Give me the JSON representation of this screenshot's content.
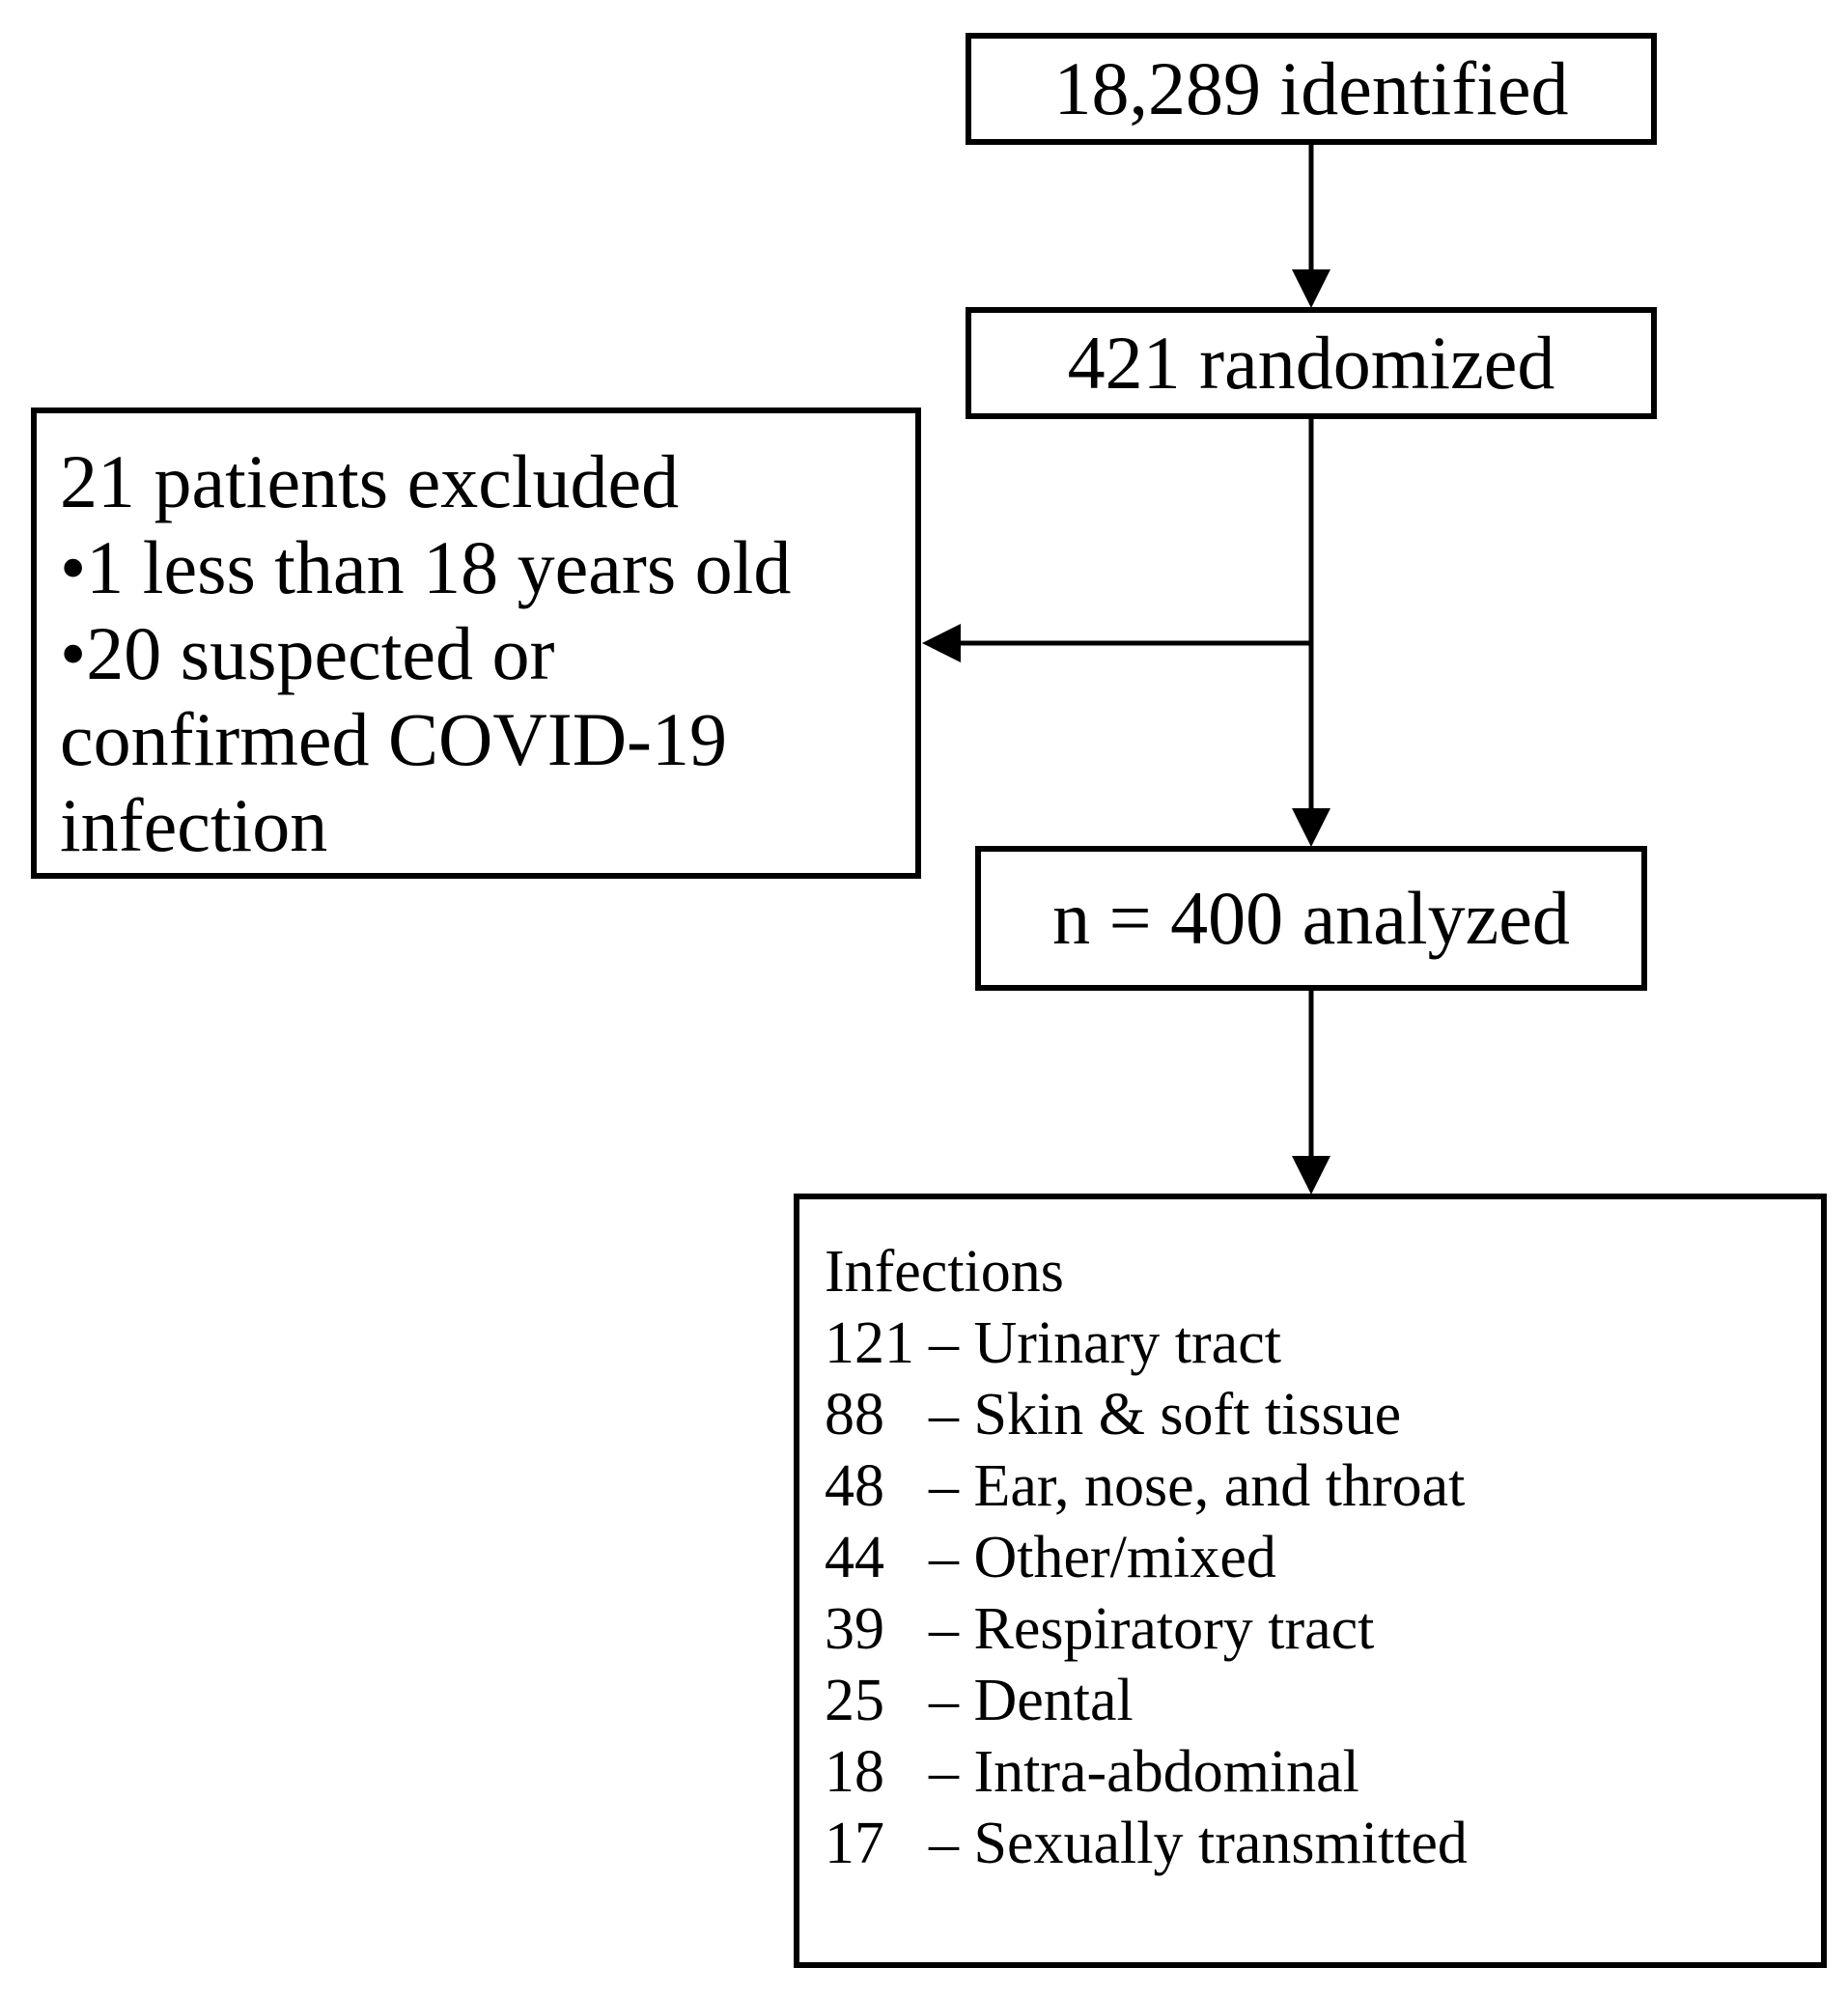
{
  "flowchart": {
    "identified": "18,289 identified",
    "randomized": "421 randomized",
    "excluded": {
      "lines": [
        "21 patients excluded",
        "•1 less than 18 years old",
        "•20 suspected or",
        "confirmed COVID-19",
        "infection"
      ]
    },
    "analyzed": "n = 400 analyzed",
    "infections": {
      "title": "Infections",
      "rows": [
        {
          "count": "121",
          "label": "– Urinary tract"
        },
        {
          "count": "88",
          "label": "– Skin & soft tissue"
        },
        {
          "count": "48",
          "label": "– Ear, nose, and throat"
        },
        {
          "count": "44",
          "label": "– Other/mixed"
        },
        {
          "count": "39",
          "label": "– Respiratory tract"
        },
        {
          "count": "25",
          "label": "– Dental"
        },
        {
          "count": "18",
          "label": "– Intra-abdominal"
        },
        {
          "count": "17",
          "label": "– Sexually transmitted"
        }
      ]
    }
  }
}
